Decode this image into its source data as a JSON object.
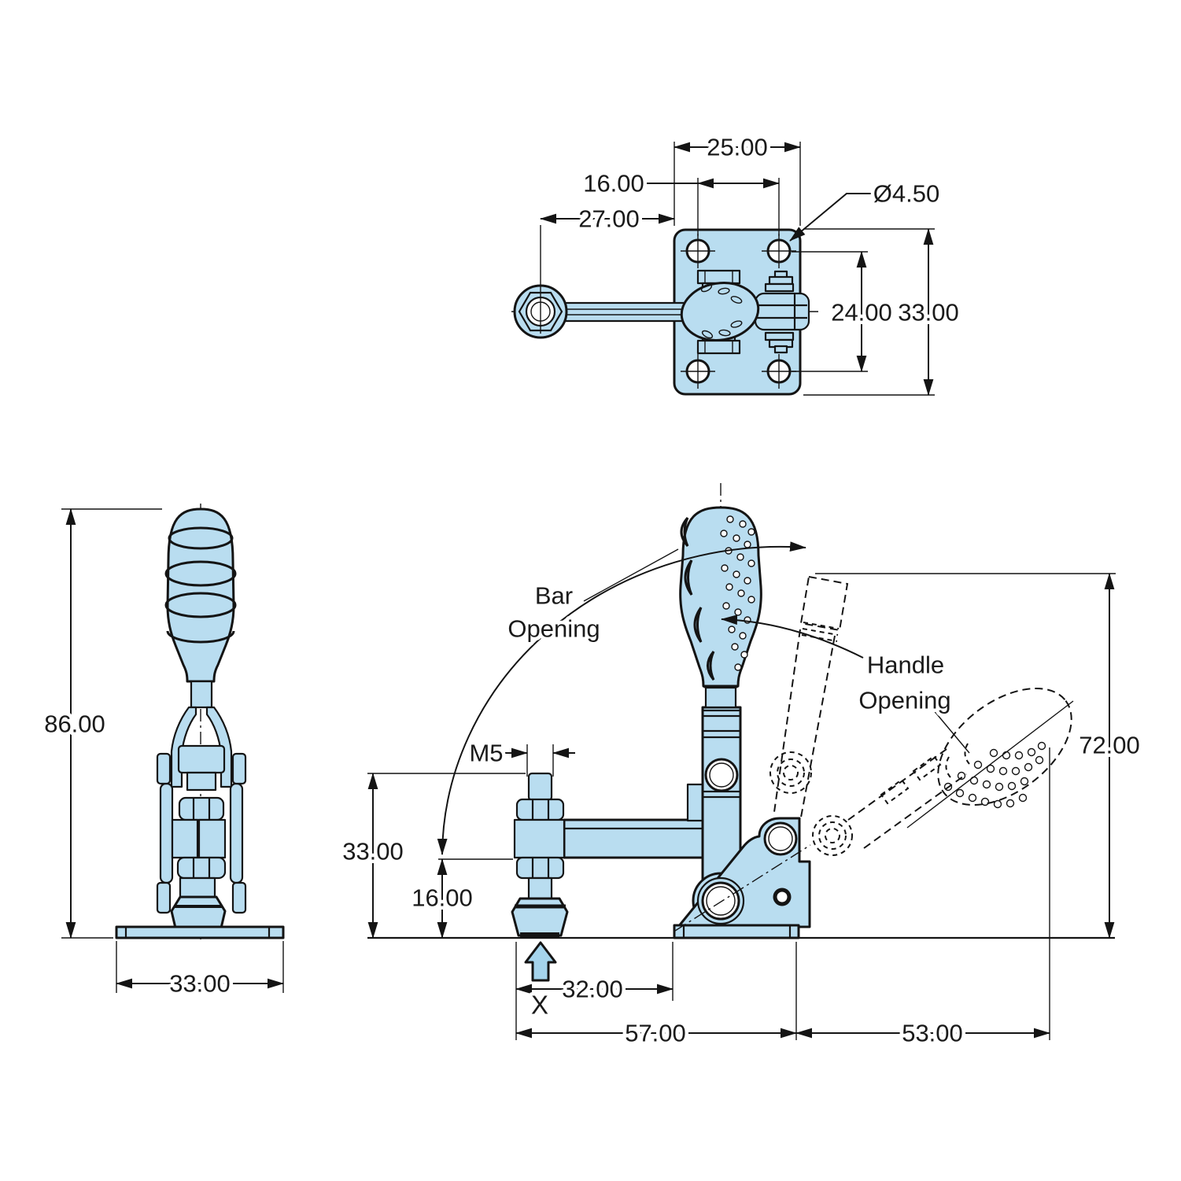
{
  "colors": {
    "part_fill": "#b9ddf0",
    "arrow_fill": "#a5d4ec",
    "line": "#141414"
  },
  "top_view": {
    "dims": {
      "plate_width": "25.00",
      "hole_spacing_x": "16.00",
      "spindle_offset": "27.00",
      "hole_diameter": "Ø4.50",
      "hole_spacing_y": "24.00",
      "plate_height": "33.00"
    }
  },
  "side_view": {
    "dims": {
      "total_height": "86.00",
      "base_width": "33.00"
    }
  },
  "front_view": {
    "dims": {
      "thread": "M5",
      "clamp_height_max": "33.00",
      "clamp_height_min": "16.00",
      "spindle_to_body": "32.00",
      "spindle_span": "57.00",
      "handle_reach": "53.00",
      "open_height": "72.00"
    },
    "annotations": {
      "bar_opening_line1": "Bar",
      "bar_opening_line2": "Opening",
      "handle_opening_line1": "Handle",
      "handle_opening_line2": "Opening",
      "force_label": "X"
    }
  }
}
